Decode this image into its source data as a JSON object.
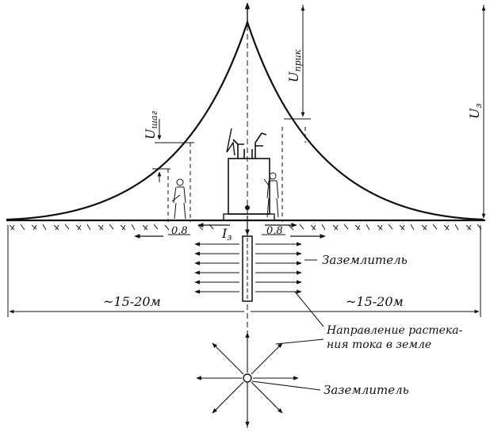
{
  "labels": {
    "u_touch": "U",
    "u_touch_sub": "прик",
    "u_step": "U",
    "u_step_sub": "шаг",
    "u_ground": "U",
    "u_ground_sub": "з",
    "i_ground": "I",
    "i_ground_sub": "з",
    "dist_left": "0,8",
    "dist_right": "0,8",
    "span_left": "~15-20м",
    "span_right": "~15-20м",
    "electrode_1": "Заземлитель",
    "spread_line1": "Направление растека-",
    "spread_line2": "ния тока в земле",
    "electrode_2": "Заземлитель"
  }
}
